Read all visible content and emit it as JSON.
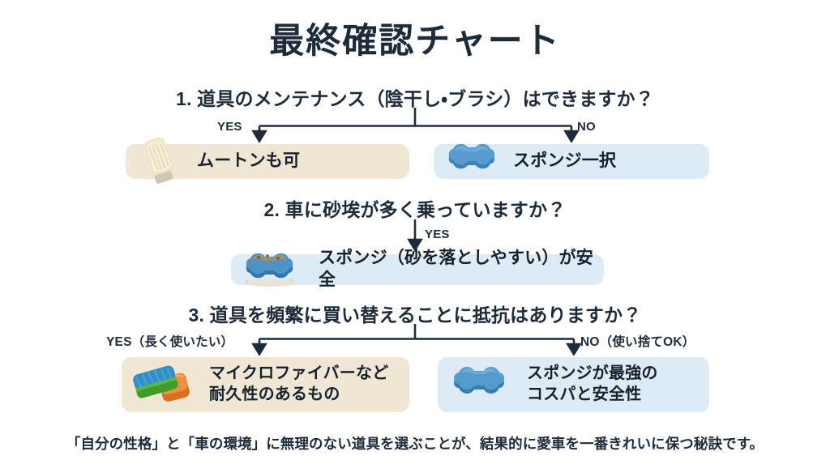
{
  "header": {
    "title": "最終確認チャート"
  },
  "flow": {
    "questions": [
      {
        "id": "q1",
        "text": "1. 道具のメンテナンス（陰干し・ブラシ）はできますか？"
      },
      {
        "id": "q2",
        "text": "2. 車に砂埃が多く乗っていますか？"
      },
      {
        "id": "q3",
        "text": "3. 道具を頻繁に買い替えることに抵抗はありますか？"
      }
    ],
    "branch_labels": {
      "q1_yes": "YES",
      "q1_no": "NO",
      "q2_yes": "YES",
      "q3_yes": "YES（長く使いたい）",
      "q3_no": "NO（使い捨てOK）"
    },
    "results": [
      {
        "id": "mouton",
        "text": "ムートンも可",
        "style": "beige",
        "icon": "mitt-mouton-photo"
      },
      {
        "id": "sponge-only",
        "text": "スポンジ一択",
        "style": "blue",
        "icon": "blue-sponge-photo"
      },
      {
        "id": "sponge-sand",
        "text": "スポンジ（砂を落としやすい）が安全",
        "style": "blue",
        "icon": "sandy-sponge-photo"
      },
      {
        "id": "microfiber",
        "text": "マイクロファイバーなど\n耐久性のあるもの",
        "style": "beige",
        "icon": "microfiber-pad-photo"
      },
      {
        "id": "sponge-cospa",
        "text": "スポンジが最強の\nコスパと安全性",
        "style": "blue",
        "icon": "blue-sponge-photo"
      }
    ]
  },
  "footer": {
    "text": "「自分の性格」と「車の環境」に無理のない道具を選ぶことが、結果的に愛車を一番きれいに保つ秘訣です。"
  },
  "colors": {
    "line": "#1d2b3a",
    "text": "#1d2b3a",
    "box_beige": "#f0e6d4",
    "box_blue": "#dcebf6",
    "sponge_blue": "#4e94c9",
    "mouton_cream": "#e8dcc0",
    "microfiber_blue": "#2f8fc9",
    "microfiber_green": "#5cb83a",
    "microfiber_orange": "#e8873a",
    "background": "#ffffff"
  }
}
